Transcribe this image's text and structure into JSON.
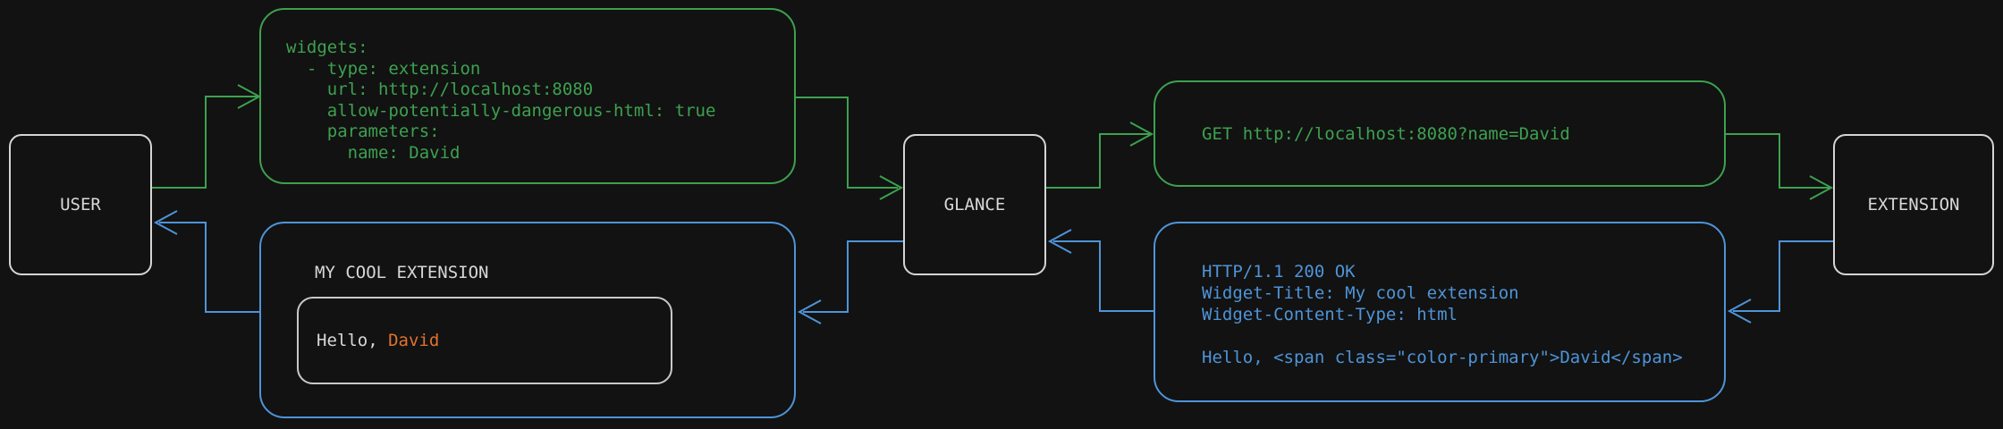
{
  "colors": {
    "background": "#121212",
    "green": "#3da14f",
    "blue": "#4e94d8",
    "gray": "#d5d5d5",
    "innergray": "#c9c9c9",
    "orange": "#e0722f",
    "text": "#d8d8d8"
  },
  "nodes": {
    "user": "USER",
    "glance": "GLANCE",
    "extension": "EXTENSION"
  },
  "config_box": {
    "content": "widgets:\n  - type: extension\n    url: http://localhost:8080\n    allow-potentially-dangerous-html: true\n    parameters:\n      name: David"
  },
  "request_box": {
    "content": "GET http://localhost:8080?name=David"
  },
  "response_box": {
    "content": "HTTP/1.1 200 OK\nWidget-Title: My cool extension\nWidget-Content-Type: html\n\nHello, <span class=\"color-primary\">David</span>"
  },
  "widget_preview": {
    "title": "MY COOL EXTENSION",
    "greeting_prefix": "Hello, ",
    "greeting_name": "David"
  }
}
